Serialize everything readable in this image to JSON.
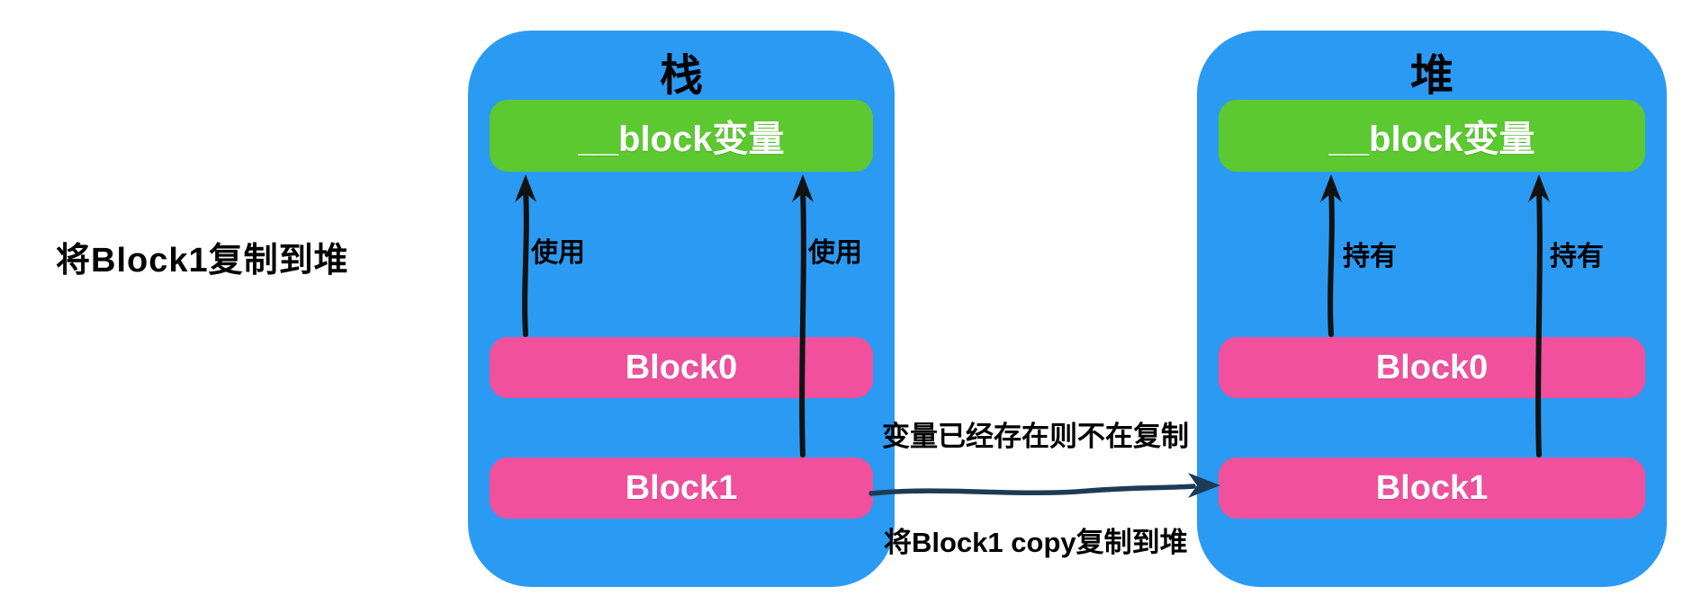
{
  "page": {
    "side_note": "将Block1复制到堆",
    "background_color": "#ffffff"
  },
  "colors": {
    "panel_blue": "#2b9af3",
    "block_var_green": "#5bc92f",
    "block_pink": "#f0509c",
    "arrow_black": "#121212",
    "copy_arrow_navy": "#1d3b55",
    "label_text": "#000000",
    "box_text": "#ffffff"
  },
  "stack_panel": {
    "title": "栈",
    "block_var": "__block变量",
    "block0": "Block0",
    "block1": "Block1",
    "arrow_labels": {
      "block0_arrow": "使用",
      "block1_arrow": "使用"
    }
  },
  "heap_panel": {
    "title": "堆",
    "block_var": "__block变量",
    "block0": "Block0",
    "block1": "Block1",
    "arrow_labels": {
      "block0_arrow": "持有",
      "block1_arrow": "持有"
    }
  },
  "copy_annotation": {
    "top_label": "变量已经存在则不在复制",
    "bottom_label": "将Block1 copy复制到堆"
  }
}
